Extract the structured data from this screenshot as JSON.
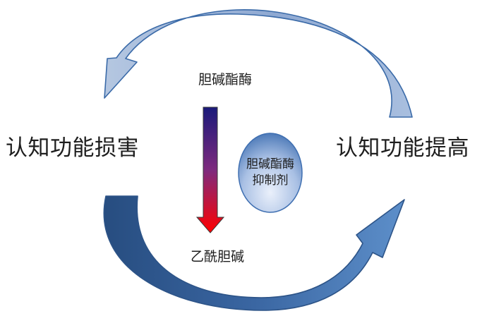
{
  "labels": {
    "left": "认知功能损害",
    "right": "认知功能提高",
    "top": "胆碱酯酶",
    "bottom": "乙酰胆碱"
  },
  "inhibitor": {
    "line1": "胆碱酯酶",
    "line2": "抑制剂"
  },
  "colors": {
    "top_arrow_light": "#b5c7e1",
    "top_arrow_dark": "#6f92c3",
    "bottom_arrow_dark": "#2d5488",
    "bottom_arrow_light": "#5d8fca",
    "arrow_outline": "#3a6aa8",
    "gradient_top": "#1a1a7a",
    "gradient_mid": "#7e2a7e",
    "gradient_bottom": "#ff0000",
    "ellipse_dark": "#3f6fb1",
    "ellipse_light": "#eaf0fb"
  }
}
